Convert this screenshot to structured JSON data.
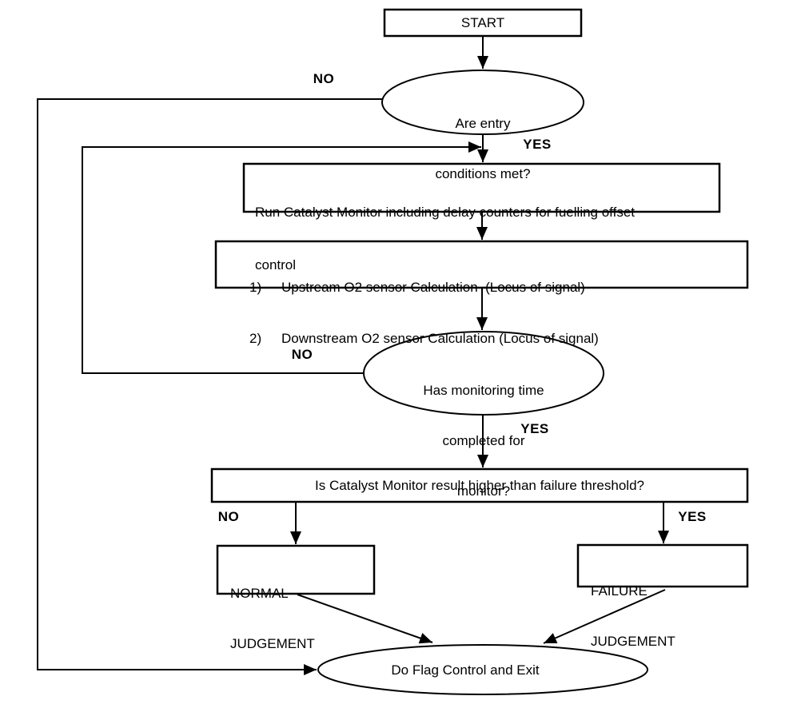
{
  "diagram": {
    "nodes": {
      "start": {
        "label": "START",
        "type": "terminator"
      },
      "entry_check": {
        "type": "decision",
        "lines": [
          "Are entry",
          "conditions met?"
        ]
      },
      "run_monitor": {
        "type": "process",
        "lines": [
          "Run Catalyst Monitor including delay counters for fuelling offset",
          "control"
        ]
      },
      "o2_calc": {
        "type": "process",
        "rows": [
          {
            "num": "1)",
            "text": "Upstream O2 sensor Calculation  (Locus of signal)"
          },
          {
            "num": "2)",
            "text": "Downstream O2 sensor Calculation (Locus of signal)"
          }
        ]
      },
      "monitoring_time": {
        "type": "decision",
        "lines": [
          "Has monitoring time",
          "completed for",
          "monitor?"
        ]
      },
      "threshold_check": {
        "type": "decision",
        "label": "Is Catalyst Monitor result higher than failure threshold?"
      },
      "normal_judgement": {
        "type": "process",
        "lines": [
          "NORMAL",
          "JUDGEMENT"
        ]
      },
      "failure_judgement": {
        "type": "process",
        "lines": [
          "FAILURE",
          "JUDGEMENT"
        ]
      },
      "exit": {
        "type": "terminator",
        "label": "Do Flag Control and Exit"
      }
    },
    "edge_labels": {
      "entry_no": "NO",
      "entry_yes": "YES",
      "monitoring_no": "NO",
      "monitoring_yes": "YES",
      "threshold_no": "NO",
      "threshold_yes": "YES"
    },
    "colors": {
      "stroke": "#000000",
      "background": "#ffffff",
      "text": "#000000"
    }
  }
}
